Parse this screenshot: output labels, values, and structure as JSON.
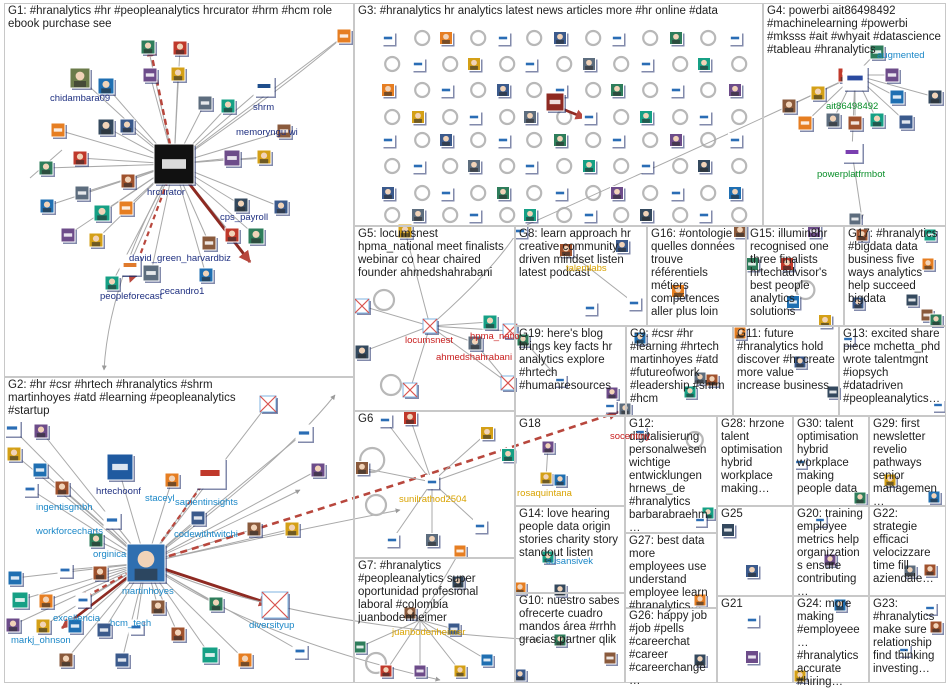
{
  "groups": [
    {
      "id": "G1",
      "title": "G1: #hranalytics #hr #peopleanalytics hrcurator #hrm #hcm role ebook purchase see"
    },
    {
      "id": "G2",
      "title": "G2: #hr #csr #hrtech #hranalytics #shrm martinhoyes #atd #learning #peopleanalytics #startup"
    },
    {
      "id": "G3",
      "title": "G3: #hranalytics hr analytics latest news articles more #hr online #data"
    },
    {
      "id": "G4",
      "title": "G4: powerbi ait86498492 #machinelearning #powerbi #mksss #ait #whyait #datascience #tableau #hranalytics"
    },
    {
      "id": "G5",
      "title": "G5: locumsnest hpma_national meet finalists webinar co hear chaired founder ahmedshahrabani"
    },
    {
      "id": "G6",
      "title": "G6"
    },
    {
      "id": "G7",
      "title": "G7: #hranalytics #peopleanalytics super oportunidad profesional laboral #colombia juanbodenheimer"
    },
    {
      "id": "G8",
      "title": "G8: learn approach hr creative community driven mindset listen latest podcast"
    },
    {
      "id": "G9",
      "title": "G9: #csr #hr #learning #hrtech martinhoyes #atd #futureofwork #leadership #shrm #hcm"
    },
    {
      "id": "G10",
      "title": "G10: nuestro sabes ofrecerte cuadro mandos área #rrhh gracias partner qlik"
    },
    {
      "id": "G11",
      "title": "G11: future #hranalytics hold discover #hr create more value increase business"
    },
    {
      "id": "G12",
      "title": "G12: digitalisierung personalwesen wichtige entwicklungen hrnews_de #hranalytics barbarabraehm…"
    },
    {
      "id": "G13",
      "title": "G13: excited share piece mchetta_phd wrote talentmgnt #iopsych #datadriven #peopleanalytics…"
    },
    {
      "id": "G14",
      "title": "G14: love hearing people data origin stories charity story standout listen"
    },
    {
      "id": "G15",
      "title": "G15: illumin8hr recognised one three finalists hrtechadvisor's best people analytics solutions"
    },
    {
      "id": "G16",
      "title": "G16: #ontologie quelles données trouve référentiels métiers compétences aller plus loin"
    },
    {
      "id": "G17",
      "title": "G17: #hranalytics #bigdata data business five ways analytics help succeed bigdata"
    },
    {
      "id": "G18",
      "title": "G18"
    },
    {
      "id": "G19",
      "title": "G19: here's blog brings key facts hr analytics explore #hrtech #humanresources"
    },
    {
      "id": "G20",
      "title": "G20: training employee metrics help organizations ensure contributing…"
    },
    {
      "id": "G21",
      "title": "G21"
    },
    {
      "id": "G22",
      "title": "G22: strategie efficaci velocizzare time fill aziendale…"
    },
    {
      "id": "G23",
      "title": "G23: #hranalytics make sure relationship find thinking investing…"
    },
    {
      "id": "G24",
      "title": "G24: more making #employeee… #hranalytics accurate #hiring…"
    },
    {
      "id": "G25",
      "title": "G25"
    },
    {
      "id": "G26",
      "title": "G26: happy job #job #pells #careerchat #career #careerchange…"
    },
    {
      "id": "G27",
      "title": "G27: best data more employees use understand employee learn #hranalytics…"
    },
    {
      "id": "G28",
      "title": "G28: hrzone talent optimisation hybrid workplace making…"
    },
    {
      "id": "G29",
      "title": "G29: first newsletter revelio pathways senior managemen…"
    },
    {
      "id": "G30",
      "title": "G30: talent optimisation hybrid workplace making people data"
    }
  ],
  "labels": [
    {
      "text": "chidambara09",
      "color": "navy"
    },
    {
      "text": "shrm",
      "color": "navy"
    },
    {
      "text": "memoryngu wi",
      "color": "navy"
    },
    {
      "text": "hrcurator",
      "color": "navy"
    },
    {
      "text": "cps_payroll",
      "color": "navy"
    },
    {
      "text": "david_green_harvardbiz",
      "color": "navy"
    },
    {
      "text": "peopleforecast",
      "color": "navy"
    },
    {
      "text": "cecandro1",
      "color": "navy"
    },
    {
      "text": "hrtechoonf",
      "color": "navy"
    },
    {
      "text": "sapientinsights",
      "color": "teal"
    },
    {
      "text": "ingentisgmbh",
      "color": "teal"
    },
    {
      "text": "workforcecharts",
      "color": "teal"
    },
    {
      "text": "staceyl",
      "color": "teal"
    },
    {
      "text": "codewithtwitchi",
      "color": "teal"
    },
    {
      "text": "orginica",
      "color": "teal"
    },
    {
      "text": "martinhoyes",
      "color": "teal"
    },
    {
      "text": "excellencia",
      "color": "teal"
    },
    {
      "text": "hcm_tech",
      "color": "teal"
    },
    {
      "text": "markj_ohnson",
      "color": "teal"
    },
    {
      "text": "diversityup",
      "color": "teal"
    },
    {
      "text": "powerplatfrmbot",
      "color": "green"
    },
    {
      "text": "ait86498492",
      "color": "green"
    },
    {
      "text": "locumsnest",
      "color": "red"
    },
    {
      "text": "hpma_natio",
      "color": "red"
    },
    {
      "text": "ahmedshahrabani",
      "color": "red"
    },
    {
      "text": "sunilrathod2504",
      "color": "gold"
    },
    {
      "text": "rosaquintana",
      "color": "gold"
    },
    {
      "text": "juanbodenheimer",
      "color": "gold"
    },
    {
      "text": "susansivek",
      "color": "teal"
    },
    {
      "text": "socentiny",
      "color": "red"
    },
    {
      "text": "augmented",
      "color": "teal"
    },
    {
      "text": "talentlabs",
      "color": "gold"
    }
  ],
  "colors": {
    "edge": "#a9a9a9",
    "edge_dark": "#7a7a7a",
    "self_loop": "#b8b8b8",
    "accent_red": "#b8473d",
    "accent_red_dark": "#8e2a22",
    "navy": "#1e2f80",
    "teal": "#1a87c7",
    "green": "#0a8f2a",
    "red": "#c81d1d",
    "gold": "#d9a300",
    "border": "#c8c8c8"
  }
}
